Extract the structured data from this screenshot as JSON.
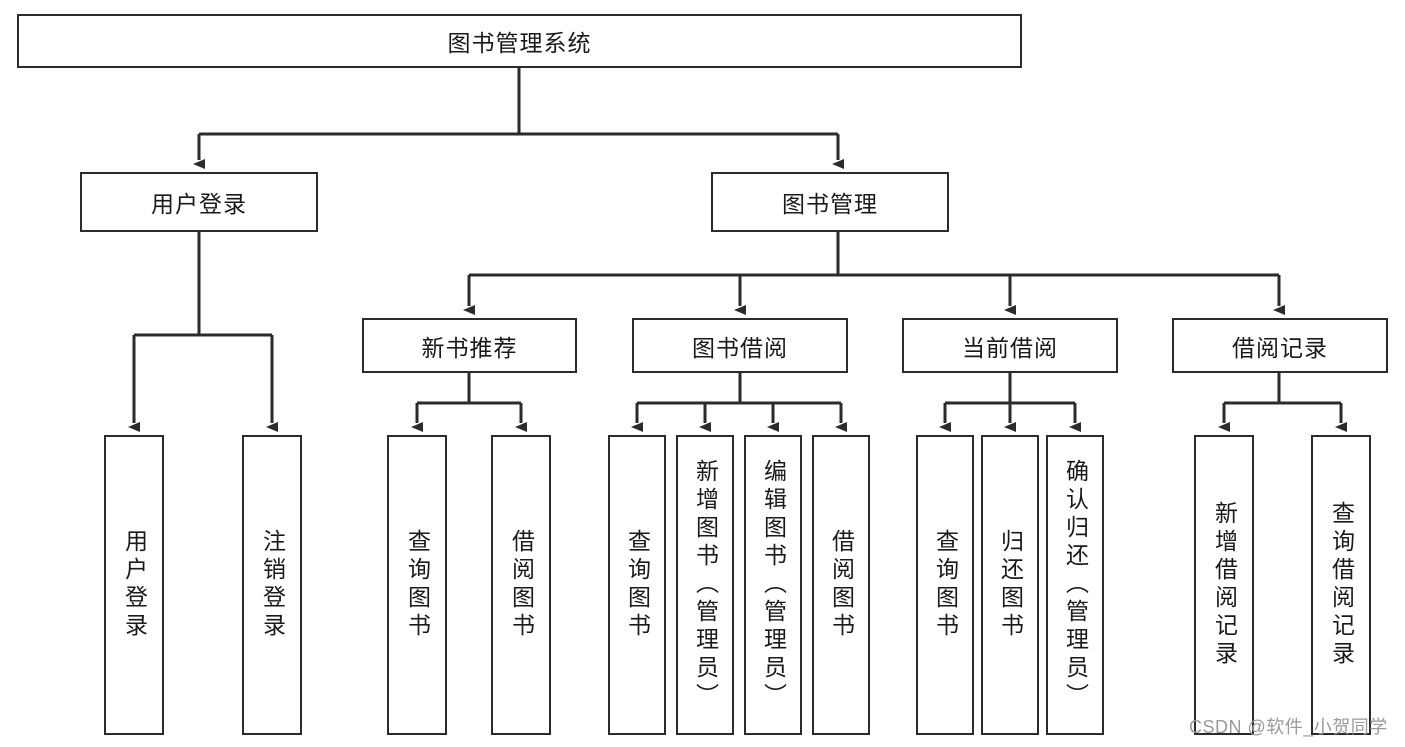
{
  "diagram": {
    "type": "tree-hierarchy",
    "title": "图书管理系统",
    "watermark": "CSDN @软件_小贺同学",
    "colors": {
      "box_border": "#2b2b2b",
      "box_fill": "#ffffff",
      "edge": "#2b2b2b",
      "text": "#1a1a1a",
      "watermark": "#9a9a9a"
    },
    "levels": {
      "root": {
        "label": "图书管理系统"
      },
      "level2": [
        {
          "label": "用户登录"
        },
        {
          "label": "图书管理"
        }
      ],
      "level3": [
        {
          "label": "新书推荐"
        },
        {
          "label": "图书借阅"
        },
        {
          "label": "当前借阅"
        },
        {
          "label": "借阅记录"
        }
      ],
      "leaves": {
        "user_login": [
          {
            "label": "用户登录"
          },
          {
            "label": "注销登录"
          }
        ],
        "new_book_recommend": [
          {
            "label": "查询图书"
          },
          {
            "label": "借阅图书"
          }
        ],
        "book_borrow": [
          {
            "label": "查询图书"
          },
          {
            "label": "新增图书（管理员）"
          },
          {
            "label": "编辑图书（管理员）"
          },
          {
            "label": "借阅图书"
          }
        ],
        "current_borrow": [
          {
            "label": "查询图书"
          },
          {
            "label": "归还图书"
          },
          {
            "label": "确认归还（管理员）"
          }
        ],
        "borrow_record": [
          {
            "label": "新增借阅记录"
          },
          {
            "label": "查询借阅记录"
          }
        ]
      }
    }
  }
}
